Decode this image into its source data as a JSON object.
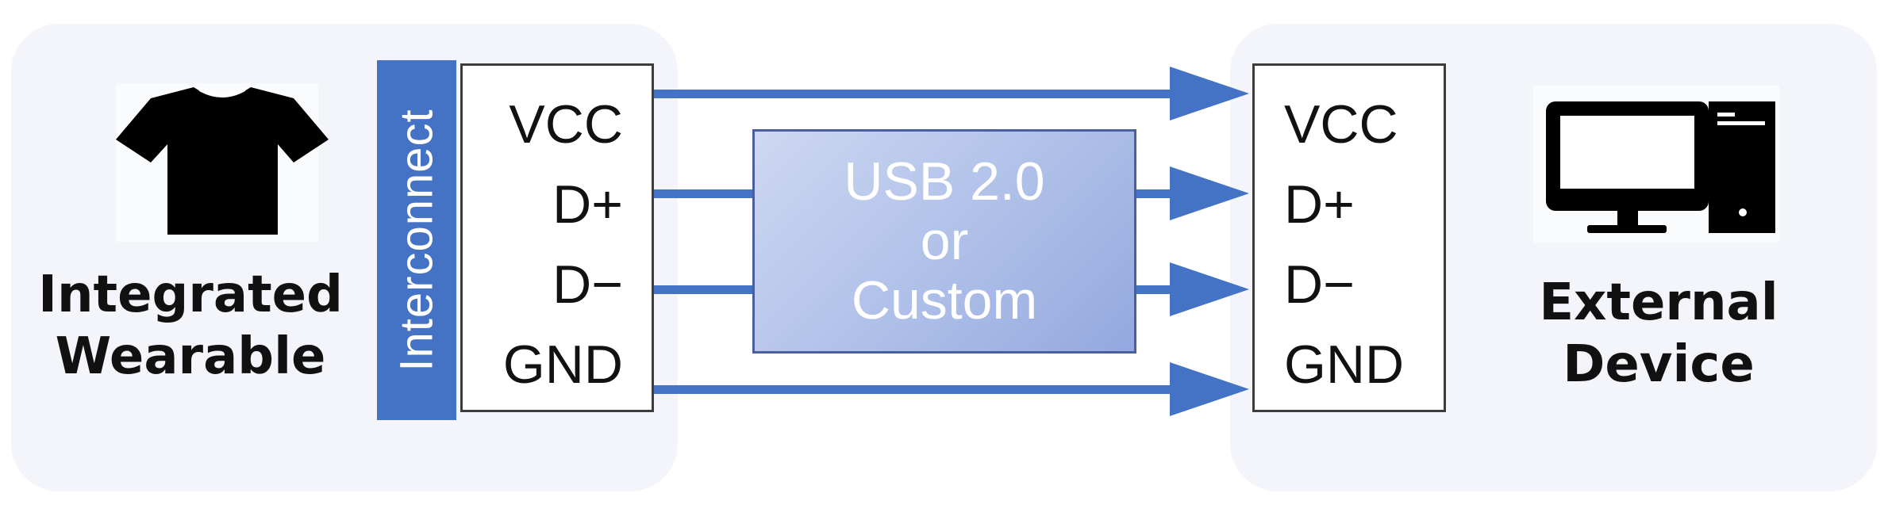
{
  "left_device": {
    "name_lines": [
      "Integrated",
      "Wearable"
    ],
    "icon": "t-shirt-icon"
  },
  "interconnect_label": "Interconnect",
  "left_pins": [
    "VCC",
    "D+",
    "D−",
    "GND"
  ],
  "channel": {
    "label_lines": [
      "USB 2.0",
      "or",
      "Custom"
    ]
  },
  "right_pins": [
    "VCC",
    "D+",
    "D−",
    "GND"
  ],
  "right_device": {
    "name_lines": [
      "External",
      "Device"
    ],
    "icon": "desktop-computer-icon"
  },
  "colors": {
    "accent": "#4472c4",
    "panel": "#f3f5fa",
    "channel_fill": "#aebfe8"
  }
}
